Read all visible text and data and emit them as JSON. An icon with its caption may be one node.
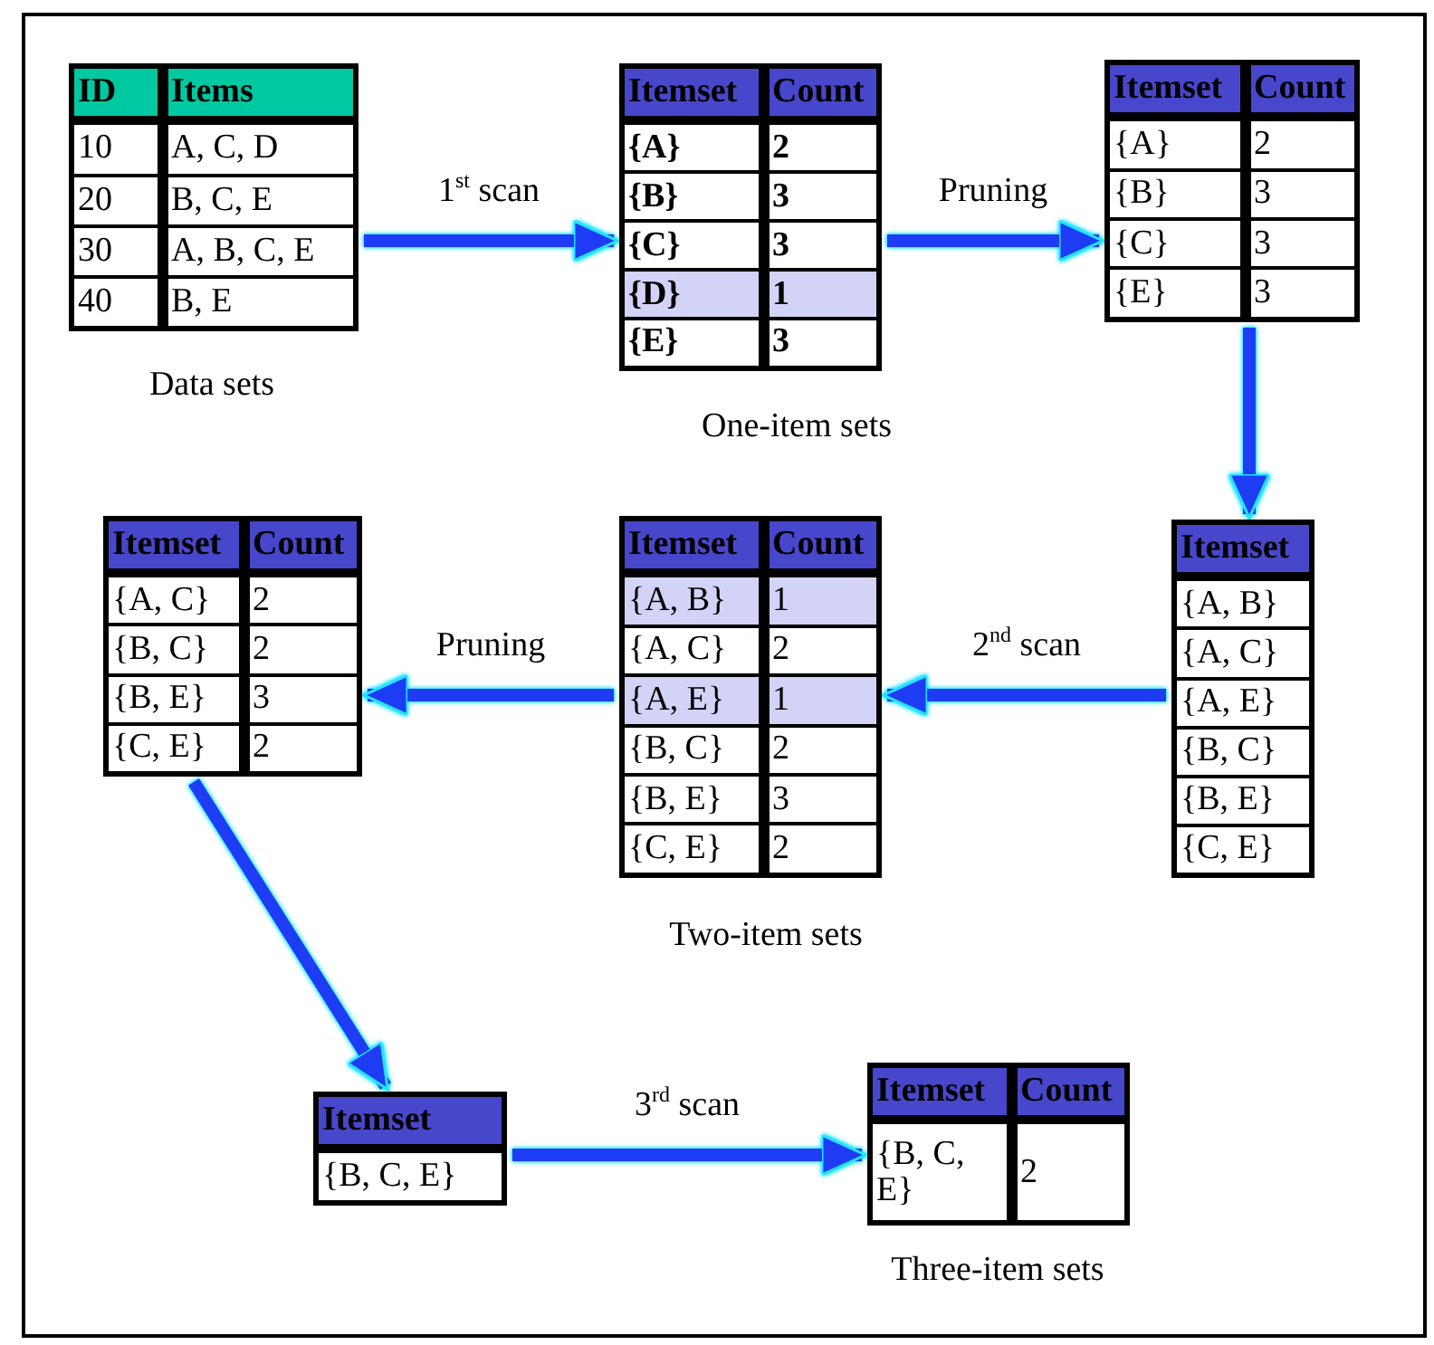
{
  "diagram": {
    "nodes": [
      {
        "text": [
          "ID",
          "Items",
          "10",
          "A, C, D",
          "20",
          "B, C, E",
          "30",
          "A, B, C, E",
          "40",
          "B, E"
        ],
        "beside": [
          "Data sets"
        ]
      },
      {
        "text": [
          "Itemset",
          "Count",
          "{A}",
          "2",
          "{B}",
          "3",
          "{C}",
          "3",
          "{D}",
          "1",
          "{E}",
          "3"
        ],
        "beside": [
          "One-item sets"
        ]
      },
      {
        "text": [
          "Itemset",
          "Count",
          "{A}",
          "2",
          "{B}",
          "3",
          "{C}",
          "3",
          "{E}",
          "3"
        ]
      },
      {
        "text": [
          "Itemset",
          "{A, B}",
          "{A, C}",
          "{A, E}",
          "{B, C}",
          "{B, E}",
          "{C, E}"
        ]
      },
      {
        "text": [
          "Itemset",
          "Count",
          "{A, B}",
          "1",
          "{A, C}",
          "2",
          "{A, E}",
          "1",
          "{B, C}",
          "2",
          "{B, E}",
          "3",
          "{C, E}",
          "2"
        ],
        "beside": [
          "Two-item sets"
        ]
      },
      {
        "text": [
          "Itemset",
          "Count",
          "{A, C}",
          "2",
          "{B, C}",
          "2",
          "{B, E}",
          "3",
          "{C, E}",
          "2"
        ]
      },
      {
        "text": [
          "Itemset",
          "{B, C, E}"
        ]
      },
      {
        "text": [
          "Itemset",
          "Count",
          "{B, C, E}",
          "2"
        ],
        "beside": [
          "Three-item sets"
        ]
      }
    ],
    "edges": [
      {
        "from": 0,
        "to": 1,
        "arrow": "to",
        "label": "1$^{st}$ scan"
      },
      {
        "from": 1,
        "to": 2,
        "arrow": "to",
        "label": "Pruning"
      },
      {
        "from": 2,
        "to": 3,
        "arrow": "to"
      },
      {
        "from": 3,
        "to": 4,
        "arrow": "to",
        "label": "2$^{nd}$ scan"
      },
      {
        "from": 4,
        "to": 5,
        "arrow": "to",
        "label": "Pruning"
      },
      {
        "from": 5,
        "to": 6,
        "arrow": "to"
      },
      {
        "from": 6,
        "to": 7,
        "arrow": "to",
        "label": "3$^{rd}$ scan"
      }
    ]
  }
}
